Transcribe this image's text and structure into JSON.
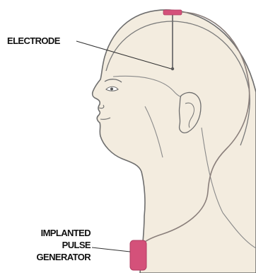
{
  "labels": {
    "electrode": "ELECTRODE",
    "ipg_line1": "IMPLANTED",
    "ipg_line2": "PULSE",
    "ipg_line3": "GENERATOR"
  },
  "colors": {
    "skin": "#f3ecdf",
    "outline": "#6e6e6e",
    "lead_wire": "#8a7f7b",
    "device": "#d4517a",
    "label_text": "#111111"
  }
}
